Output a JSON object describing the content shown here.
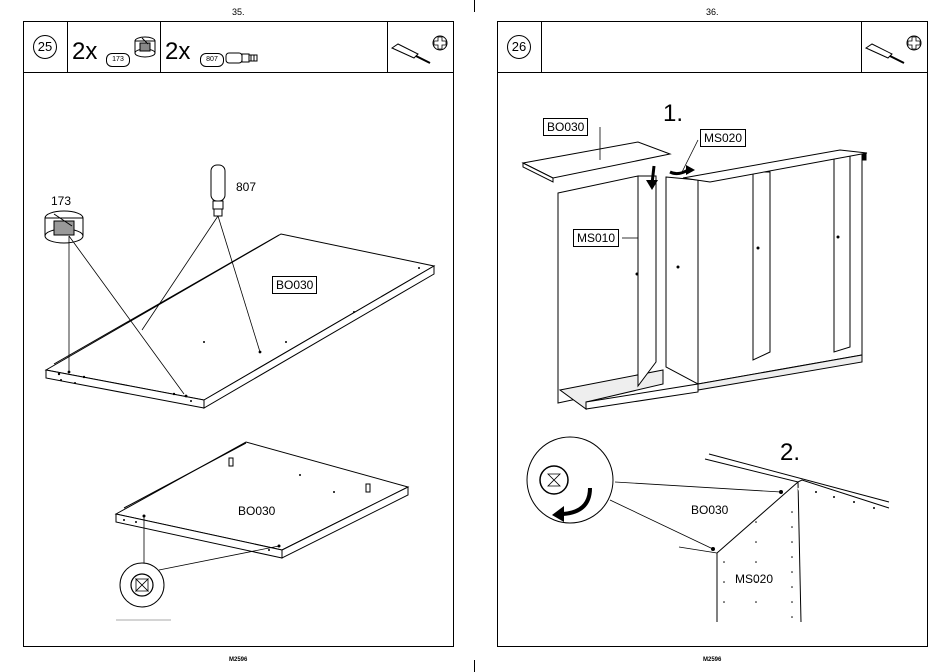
{
  "left_page": {
    "page_number": "35.",
    "step_number": "25",
    "parts": [
      {
        "quantity": "2x",
        "code": "173",
        "icon": "cam-lock-icon"
      },
      {
        "quantity": "2x",
        "code": "807",
        "icon": "cam-bolt-icon"
      }
    ],
    "tool_icons": [
      "screwdriver-icon",
      "phillips-head-icon"
    ],
    "labels": {
      "part_173": "173",
      "part_807": "807",
      "panel_top": "BO030",
      "panel_bottom": "BO030"
    },
    "footer": "M2596"
  },
  "right_page": {
    "page_number": "36.",
    "step_number": "26",
    "tool_icons": [
      "screwdriver-icon",
      "phillips-head-icon"
    ],
    "steps": [
      "1.",
      "2."
    ],
    "labels": {
      "panel_top": "BO030",
      "side_ms020": "MS020",
      "side_ms010": "MS010",
      "detail_bo030": "BO030",
      "detail_ms020": "MS020"
    },
    "footer": "M2596"
  }
}
